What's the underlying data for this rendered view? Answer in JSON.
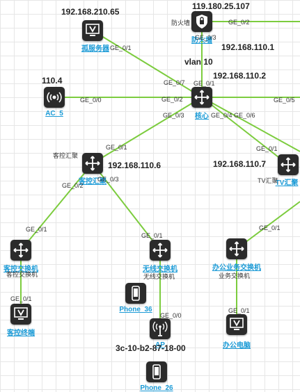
{
  "ips": {
    "ip_server": "192.168.210.65",
    "ip_firewall": "119.180.25.107",
    "ip_core_gw": "192.168.110.1",
    "vlan": "vlan 10",
    "ip_core": "192.168.110.2",
    "ip_ac": "110.4",
    "ip_guest_agg": "192.168.110.6",
    "ip_tv_agg": "192.168.110.7",
    "mac_ap": "3c-10-b2-87-18-00"
  },
  "names": {
    "server": "孤服务器",
    "firewall": "防火墙",
    "core": "核心",
    "ac": "AC_5",
    "guest_agg": "客控汇聚",
    "tv_agg": "TV汇聚",
    "guest_sw": "客控交换机",
    "wireless_sw": "无线交换机",
    "office_sw": "办公业务交换机",
    "guest_terminal": "客控终端",
    "phone36": "Phone_36",
    "ap": "AP",
    "office_pc": "办公电脑",
    "phone26": "Phone_26"
  },
  "notes": {
    "firewall": "防火墙",
    "guest_agg": "客控汇聚",
    "tv_agg": "TV汇聚",
    "guest_sw": "客控交换机",
    "wireless_sw": "无线交换机",
    "office_sw": "业务交换机"
  },
  "ports": {
    "p_fw_02": "GE_0/2",
    "p_fw_03": "GE_0/3",
    "p_srv_01": "GE_0/1",
    "p_core_07": "GE_0/7",
    "p_core_01": "GE_0/1",
    "p_ac_00": "GE_0/0",
    "p_core_02": "GE_0/2",
    "p_core_05": "GE_0/5",
    "p_core_03": "GE_0/3",
    "p_core_04": "GE_0/4",
    "p_core_06": "GE_0/6",
    "p_gagg_01": "GE_0/1",
    "p_tv_01": "GE_0/1",
    "p_gagg_02": "GE_0/2",
    "p_gagg_03": "GE_0/3",
    "p_gsw_01": "GE_0/1",
    "p_wsw_01": "GE_0/1",
    "p_osw_01": "GE_0/1",
    "p_gsw_01b": "GE_0/1",
    "p_ap_00": "GE_0/0",
    "p_osw_01b": "GE_0/1"
  },
  "colors": {
    "link": "#7ccc3e",
    "label": "#1a9ad6",
    "icon_bg": "#2b2b2b"
  }
}
